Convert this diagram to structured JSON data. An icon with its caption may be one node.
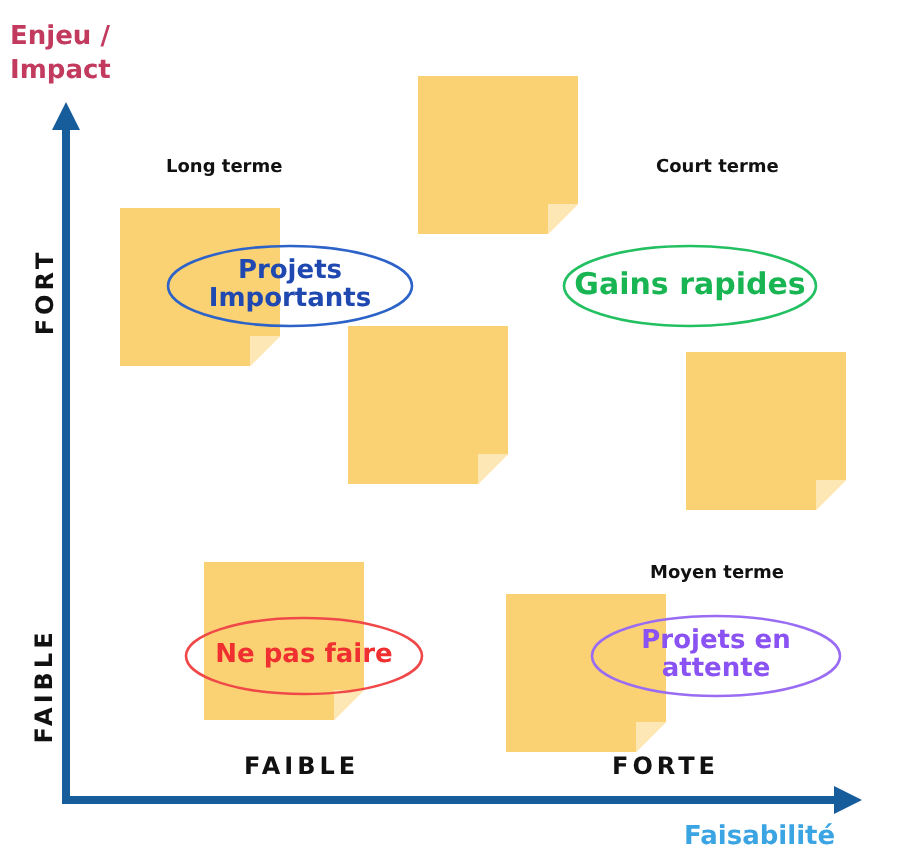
{
  "diagram": {
    "nodes": [
      {
        "text": [
          "Projets Importants"
        ]
      },
      {
        "text": [
          "Gains rapides"
        ]
      },
      {
        "text": [
          "Ne pas faire"
        ]
      },
      {
        "text": [
          "Projets en attente"
        ]
      }
    ],
    "labels": [
      "Enjeu / Impact",
      "Long terme",
      "Court terme",
      "FORT",
      "Moyen terme",
      "FAIBLE",
      "FAIBLE",
      "FORTE",
      "Faisabilité"
    ]
  }
}
